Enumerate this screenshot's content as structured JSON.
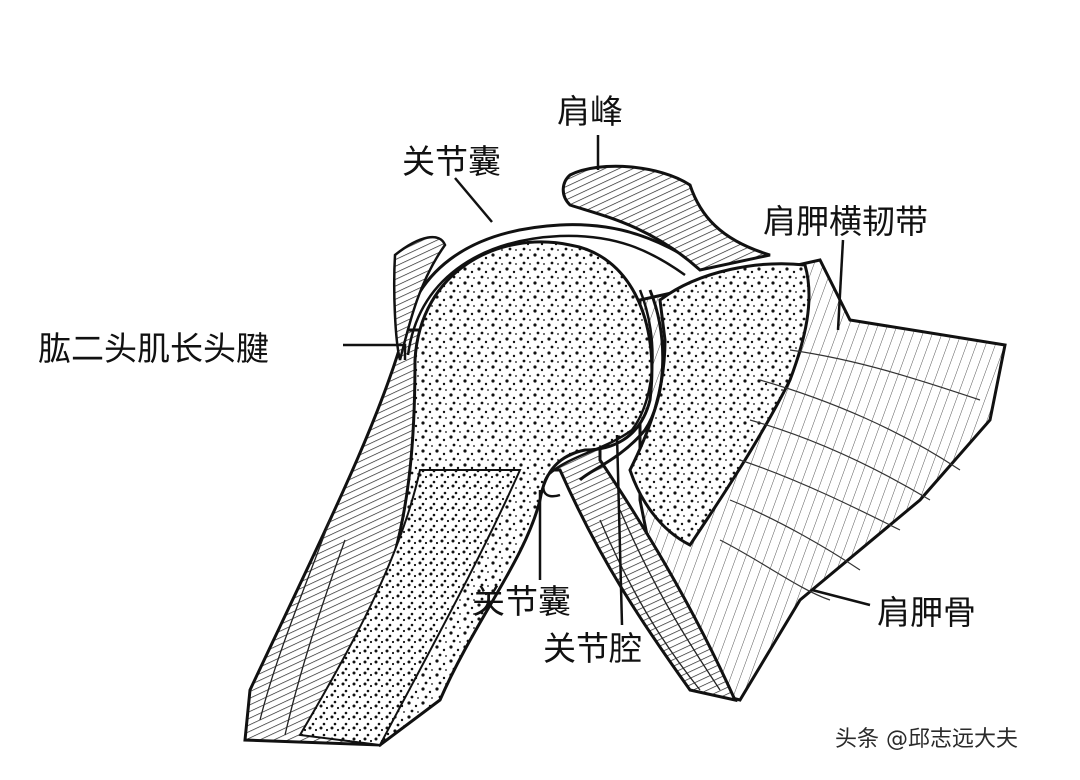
{
  "labels": {
    "acromion": "肩峰",
    "capsule_top": "关节囊",
    "transverse_ligament": "肩胛横韧带",
    "biceps_tendon": "肱二头肌长头腱",
    "capsule_bottom": "关节囊",
    "joint_cavity": "关节腔",
    "scapula": "肩胛骨"
  },
  "watermark": "头条 @邱志远大夫"
}
